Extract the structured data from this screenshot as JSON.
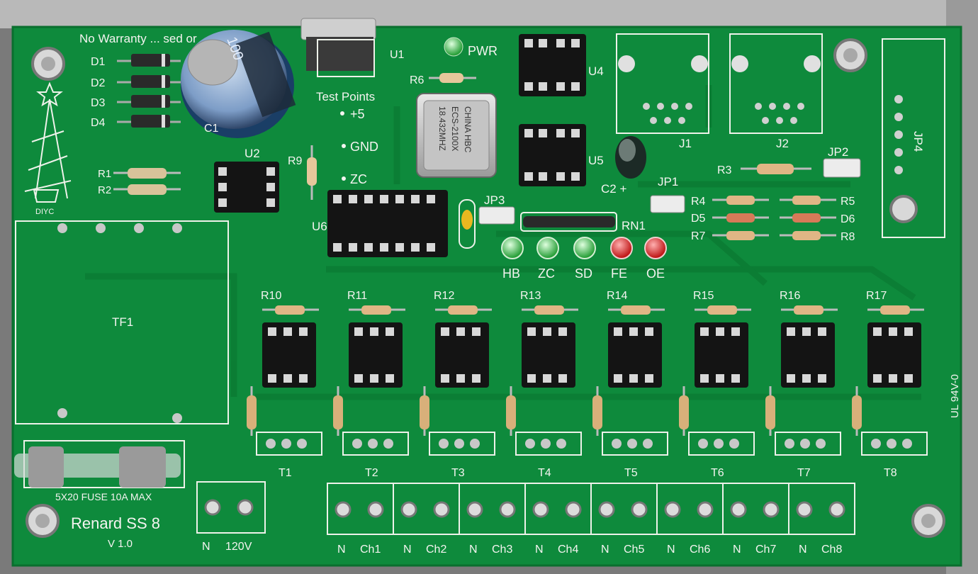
{
  "board": {
    "title": "Renard SS 8",
    "version": "V 1.0",
    "warranty": "No Warranty ... sed or",
    "fuse_label": "5X20 FUSE 10A MAX",
    "logo": "DIYC",
    "rating": "UL 94V-0",
    "test_points_label": "Test Points",
    "test_points": [
      "+5",
      "GND",
      "ZC"
    ],
    "power_label": "PWR"
  },
  "components": {
    "diodes": [
      "D1",
      "D2",
      "D3",
      "D4"
    ],
    "resistors_left": [
      "R1",
      "R2"
    ],
    "capacitors": [
      "C1",
      "C2 +"
    ],
    "chips": [
      "U1",
      "U2",
      "U4",
      "U5",
      "U6"
    ],
    "r6": "R6",
    "r9": "R9",
    "connectors": [
      "J1",
      "J2",
      "JP1",
      "JP2",
      "JP3",
      "JP4"
    ],
    "right_resistors": [
      "R3",
      "R4",
      "R5",
      "D5",
      "D6",
      "R7",
      "R8"
    ],
    "rn1": "RN1",
    "transformer": "TF1",
    "crystal": [
      "18.432MHZ",
      "ECS-2100X",
      "CHINA HBC"
    ],
    "cap_text": "100"
  },
  "status_leds": [
    {
      "label": "HB",
      "color": "#3fd04a"
    },
    {
      "label": "ZC",
      "color": "#3fd04a"
    },
    {
      "label": "SD",
      "color": "#3fd04a"
    },
    {
      "label": "FE",
      "color": "#e02020"
    },
    {
      "label": "OE",
      "color": "#e02020"
    }
  ],
  "channels": [
    {
      "resistor": "R10",
      "triac": "T1",
      "terminal": "Ch1"
    },
    {
      "resistor": "R11",
      "triac": "T2",
      "terminal": "Ch2"
    },
    {
      "resistor": "R12",
      "triac": "T3",
      "terminal": "Ch3"
    },
    {
      "resistor": "R13",
      "triac": "T4",
      "terminal": "Ch4"
    },
    {
      "resistor": "R14",
      "triac": "T5",
      "terminal": "Ch5"
    },
    {
      "resistor": "R15",
      "triac": "T6",
      "terminal": "Ch6"
    },
    {
      "resistor": "R16",
      "triac": "T7",
      "terminal": "Ch7"
    },
    {
      "resistor": "R17",
      "triac": "T8",
      "terminal": "Ch8"
    }
  ],
  "neutral_label": "N",
  "mains_label": "120V",
  "colors": {
    "board": "#0e8a3c",
    "silkscreen": "#f4f4f0",
    "socket": "#141414"
  }
}
